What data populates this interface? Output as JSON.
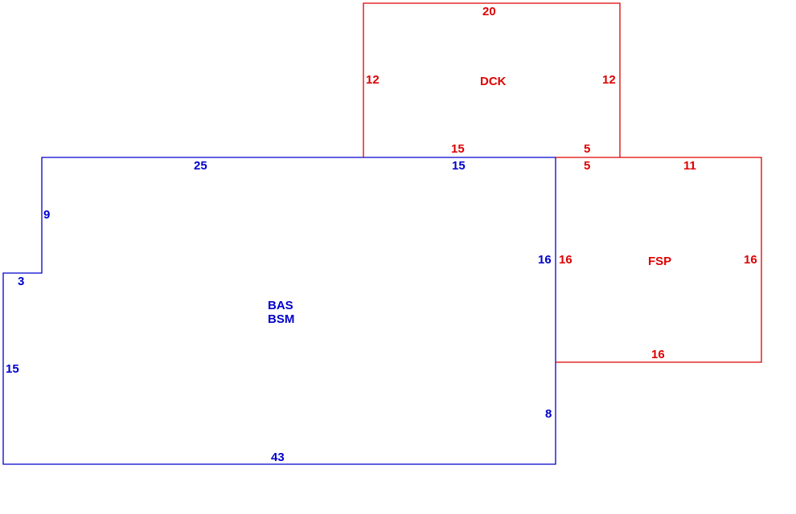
{
  "colors": {
    "basement": "#0000cc",
    "additions": "#dd0000",
    "background": "#ffffff"
  },
  "areas": {
    "bas": {
      "code": "BAS",
      "code2": "BSM"
    },
    "dck": {
      "code": "DCK"
    },
    "fsp": {
      "code": "FSP"
    }
  },
  "dims": {
    "bas_top_left": "25",
    "bas_top_right": "15",
    "bas_notch_vertical": "9",
    "bas_notch_horizontal": "3",
    "bas_left": "15",
    "bas_right_upper": "16",
    "bas_right_lower": "8",
    "bas_bottom": "43",
    "dck_top": "20",
    "dck_left": "12",
    "dck_right": "12",
    "dck_bottom_left": "15",
    "dck_bottom_right": "5",
    "fsp_top_left": "5",
    "fsp_top_right": "11",
    "fsp_left": "16",
    "fsp_right": "16",
    "fsp_bottom": "16"
  }
}
